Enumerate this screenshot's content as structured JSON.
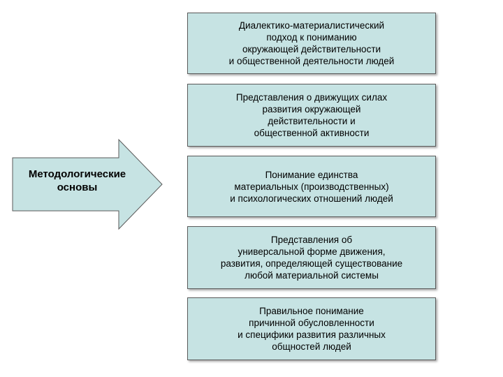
{
  "arrow": {
    "label": "Методологические\nосновы",
    "fill": "#c6e3e3",
    "stroke": "#5a5a5a"
  },
  "boxes": [
    {
      "text": "Диалектико-материалистический\nподход к пониманию\nокружающей действительности\nи общественной деятельности людей"
    },
    {
      "text": "Представления о движущих силах\nразвития окружающей\nдействительности и\nобщественной активности"
    },
    {
      "text": "Понимание единства\nматериальных (производственных)\nи психологических отношений людей"
    },
    {
      "text": "Представления об\nуниверсальной форме движения,\nразвития, определяющей существование\nлюбой материальной системы"
    },
    {
      "text": "Правильное понимание\nпричинной обусловленности\nи специфики развития различных\nобщностей людей"
    }
  ],
  "colors": {
    "box_fill": "#c6e3e3",
    "border": "#5a5a5a",
    "background": "#ffffff"
  }
}
